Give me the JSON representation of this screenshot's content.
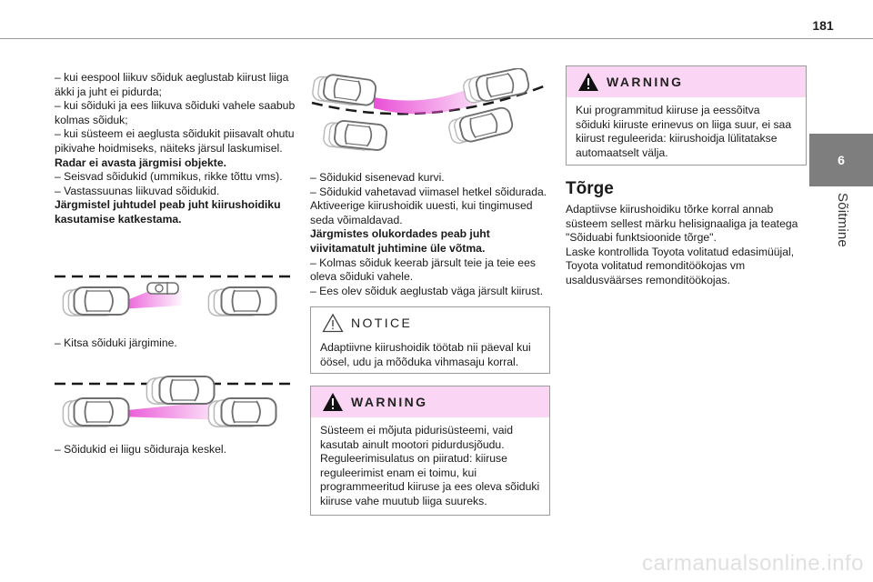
{
  "header": {
    "page_number": "181"
  },
  "side_tab": {
    "number": "6",
    "label": "Sõitmine"
  },
  "column1": {
    "paragraphs": [
      {
        "text": "–  kui eespool liikuv sõiduk aeglustab kiirust liiga äkki ja juht ei pidurda;",
        "bold": false
      },
      {
        "text": "–  kui sõiduki ja ees liikuva sõiduki vahele saabub kolmas sõiduk;",
        "bold": false
      },
      {
        "text": "–  kui süsteem ei aeglusta sõidukit piisavalt ohutu pikivahe hoidmiseks, näiteks järsul laskumisel.",
        "bold": false
      },
      {
        "text": "Radar ei avasta järgmisi objekte.",
        "bold": true
      },
      {
        "text": "–  Seisvad sõidukid (ummikus, rikke tõttu vms).",
        "bold": false
      },
      {
        "text": "–  Vastassuunas liikuvad sõidukid.",
        "bold": false
      },
      {
        "text": "Järgmistel juhtudel peab juht kiirushoidiku kasutamise katkestama.",
        "bold": true
      }
    ],
    "caption_1": "–  Kitsa sõiduki järgimine.",
    "caption_2": "–  Sõidukid ei liigu sõiduraja keskel."
  },
  "column2": {
    "paragraphs": [
      {
        "text": "–  Sõidukid sisenevad kurvi.",
        "bold": false
      },
      {
        "text": "–  Sõidukid vahetavad viimasel hetkel sõidurada.",
        "bold": false
      },
      {
        "text": "Aktiveerige kiirushoidik uuesti, kui tingimused seda võimaldavad.",
        "bold": false
      },
      {
        "text": "Järgmistes olukordades peab juht viivitamatult juhtimine üle võtma.",
        "bold": true
      },
      {
        "text": "–  Kolmas sõiduk keerab järsult teie ja teie ees oleva sõiduki vahele.",
        "bold": false
      },
      {
        "text": "–  Ees olev sõiduk aeglustab väga järsult kiirust.",
        "bold": false
      }
    ],
    "notice": {
      "title": "NOTICE",
      "body": "Adaptiivne kiirushoidik töötab nii päeval kui öösel, udu ja mõõduka vihmasaju korral."
    },
    "warning": {
      "title": "WARNING",
      "body": "Süsteem ei mõjuta pidurisüsteemi, vaid kasutab ainult mootori pidurdusjõudu. Reguleerimisulatus on piiratud: kiiruse reguleerimist enam ei toimu, kui programmeeritud kiiruse ja ees oleva sõiduki kiiruse vahe muutub liiga suureks."
    }
  },
  "column3": {
    "warning": {
      "title": "WARNING",
      "body": "Kui programmitud kiiruse ja eessõitva sõiduki kiiruste erinevus on liiga suur, ei saa kiirust reguleerida: kiirushoidja lülitatakse automaatselt välja."
    },
    "section_title": "Tõrge",
    "paragraphs": [
      "Adaptiivse kiirushoidiku tõrke korral annab süsteem sellest märku helisignaaliga ja teatega \"Sõiduabi funktsioonide tõrge\".",
      "Laske kontrollida Toyota volitatud edasimüüjal, Toyota volitatud remonditöökojas vm usaldusväärses remonditöökojas."
    ]
  },
  "watermark": "carmanualsonline.info",
  "colors": {
    "beam": "#e94fd6",
    "warning_header": "#fbd6f4",
    "tab": "#7e7e7e",
    "car_outline": "#6e6e6e"
  }
}
